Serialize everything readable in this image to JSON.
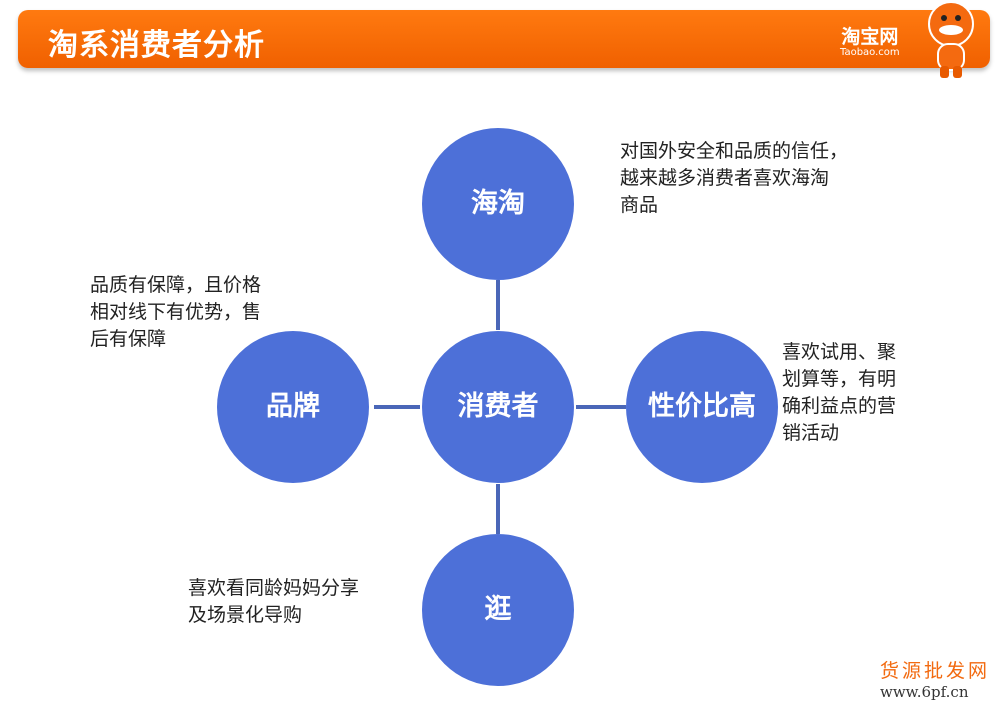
{
  "header": {
    "title": "淘系消费者分析",
    "logo_cn": "淘宝网",
    "logo_en": "Taobao.com"
  },
  "nodes": {
    "center": "消费者",
    "top": "海淘",
    "left": "品牌",
    "right": "性价比高",
    "bottom": "逛"
  },
  "notes": {
    "top": [
      "对国外安全和品质的信任，",
      "越来越多消费者喜欢海淘",
      "商品"
    ],
    "left": [
      "品质有保障，且价格",
      "相对线下有优势，售",
      "后有保障"
    ],
    "right": [
      "喜欢试用、聚",
      "划算等，有明",
      "确利益点的营",
      "销活动"
    ],
    "bottom": [
      "喜欢看同龄妈妈分享",
      "及场景化导购"
    ]
  },
  "watermark": {
    "name": "货源批发网",
    "url": "www.6pf.cn"
  },
  "colors": {
    "banner": "#f26a00",
    "circle": "#4d70d8",
    "line": "#4a67b8"
  }
}
